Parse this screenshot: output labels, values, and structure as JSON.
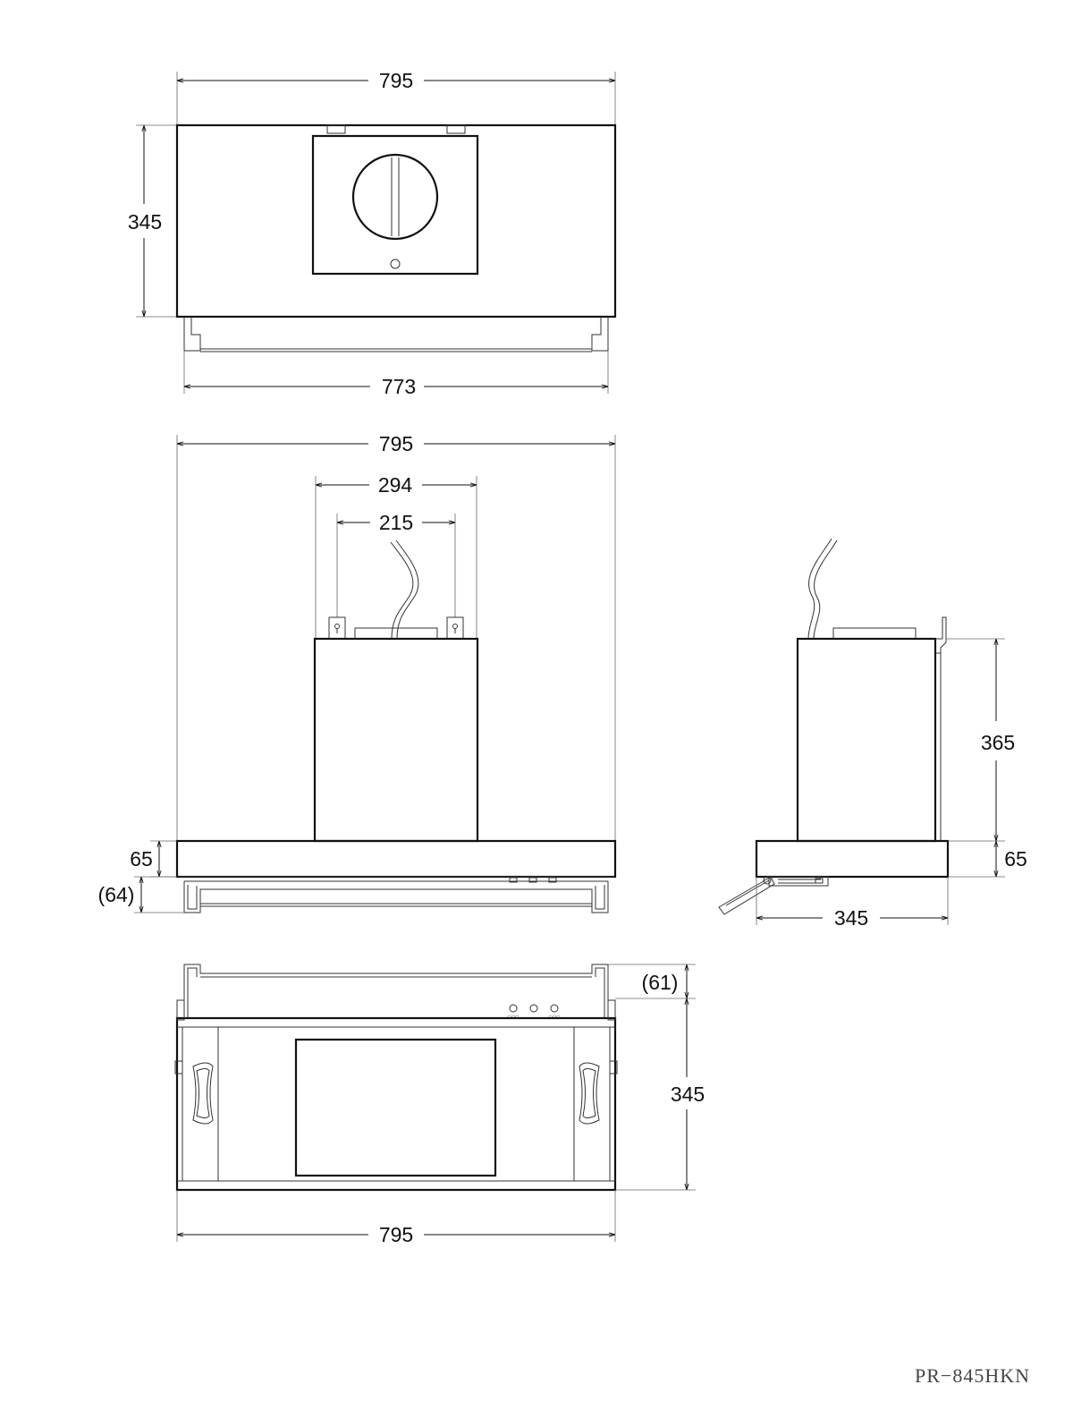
{
  "top_view": {
    "width_top": "795",
    "depth": "345",
    "width_bottom": "773"
  },
  "front_view": {
    "width": "795",
    "chimney_width": "294",
    "bracket_spacing": "215",
    "body_height": "65",
    "drawer_height": "(64)"
  },
  "side_view": {
    "chimney_height": "365",
    "body_height": "65",
    "depth": "345"
  },
  "bottom_view": {
    "drawer_depth": "(61)",
    "depth": "345",
    "width": "795"
  },
  "model_number": "PR−845HKN"
}
